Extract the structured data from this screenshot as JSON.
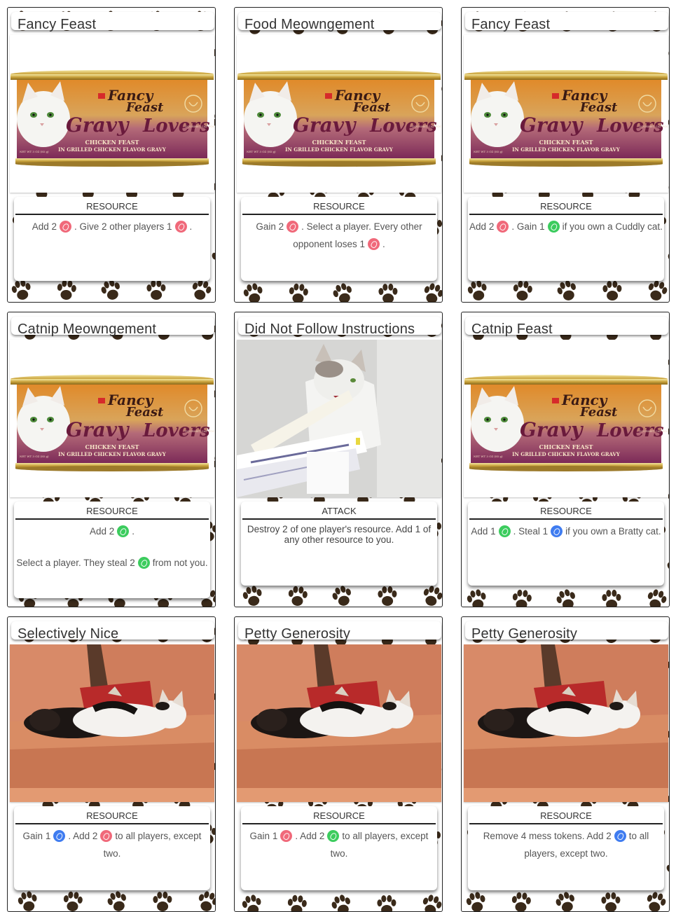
{
  "cards": [
    {
      "title": "Fancy Feast",
      "type": "RESOURCE",
      "art": "fancy-feast-can",
      "text": [
        {
          "t": "Add 2"
        },
        {
          "tok": "red"
        },
        {
          "t": ". Give 2 other players 1"
        },
        {
          "tok": "red"
        },
        {
          "t": "."
        }
      ]
    },
    {
      "title": "Food Meowngement",
      "type": "RESOURCE",
      "art": "fancy-feast-can",
      "text": [
        {
          "t": "Gain 2"
        },
        {
          "tok": "red"
        },
        {
          "t": ". Select a player. Every other opponent loses 1"
        },
        {
          "tok": "red"
        },
        {
          "t": "."
        }
      ]
    },
    {
      "title": "Fancy Feast",
      "type": "RESOURCE",
      "art": "fancy-feast-can",
      "text": [
        {
          "t": "Add 2"
        },
        {
          "tok": "red"
        },
        {
          "t": ". Gain 1"
        },
        {
          "tok": "green"
        },
        {
          "t": "if you own a Cuddly cat."
        }
      ]
    },
    {
      "title": "Catnip Meowngement",
      "type": "RESOURCE",
      "art": "fancy-feast-can",
      "text": [
        {
          "t": "Add 2"
        },
        {
          "tok": "green"
        },
        {
          "t": "."
        },
        {
          "br": true
        },
        {
          "t": "Select a player. They steal 2"
        },
        {
          "tok": "green"
        },
        {
          "t": "from not you."
        }
      ]
    },
    {
      "title": "Did Not Follow Instructions",
      "type": "ATTACK",
      "art": "cat-biting-paper",
      "plain": true,
      "text": [
        {
          "t": "Destroy 2 of one player's resource. Add 1 of any other resource to you."
        }
      ]
    },
    {
      "title": "Catnip Feast",
      "type": "RESOURCE",
      "art": "fancy-feast-can",
      "text": [
        {
          "t": "Add 1"
        },
        {
          "tok": "green"
        },
        {
          "t": ". Steal 1"
        },
        {
          "tok": "blue"
        },
        {
          "t": "if you own a Bratty cat."
        }
      ]
    },
    {
      "title": "Selectively Nice",
      "type": "RESOURCE",
      "art": "cats-on-couch",
      "text": [
        {
          "t": "Gain 1"
        },
        {
          "tok": "blue"
        },
        {
          "t": ". Add 2"
        },
        {
          "tok": "red"
        },
        {
          "t": "to all players, except two."
        }
      ]
    },
    {
      "title": "Petty Generosity",
      "type": "RESOURCE",
      "art": "cats-on-couch",
      "text": [
        {
          "t": "Gain 1"
        },
        {
          "tok": "red"
        },
        {
          "t": ". Add 2"
        },
        {
          "tok": "green"
        },
        {
          "t": "to all players, except two."
        }
      ]
    },
    {
      "title": "Petty Generosity",
      "type": "RESOURCE",
      "art": "cats-on-couch",
      "text": [
        {
          "t": "Remove 4 mess tokens. Add 2"
        },
        {
          "tok": "blue"
        },
        {
          "t": "to all players, except two."
        }
      ]
    }
  ],
  "can_label": {
    "brand_line1": "Fancy",
    "brand_line2": "Feast",
    "script_left": "Gravy",
    "script_right": "Lovers",
    "line1": "CHICKEN FEAST",
    "line2": "IN GRILLED CHICKEN FLAVOR GRAVY",
    "side": "GOURMET CAT FOOD",
    "net": "NET WT 3 OZ (85 g)"
  },
  "colors": {
    "red_token": "#f0697a",
    "green_token": "#3ccc5e",
    "blue_token": "#3f7cf0",
    "paw": "#3a2a1a"
  }
}
